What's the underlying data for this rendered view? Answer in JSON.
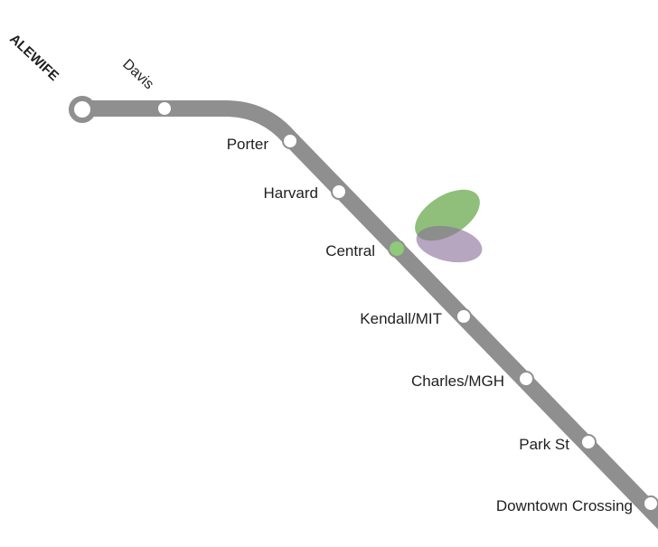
{
  "map": {
    "terminus_label": "ALEWIFE",
    "stations": [
      {
        "name": "Davis",
        "highlighted": false
      },
      {
        "name": "Porter",
        "highlighted": false
      },
      {
        "name": "Harvard",
        "highlighted": false
      },
      {
        "name": "Central",
        "highlighted": true
      },
      {
        "name": "Kendall/MIT",
        "highlighted": false
      },
      {
        "name": "Charles/MGH",
        "highlighted": false
      },
      {
        "name": "Park St",
        "highlighted": false
      },
      {
        "name": "Downtown Crossing",
        "highlighted": false
      }
    ],
    "colors": {
      "line": "#8f8f8f",
      "station_fill": "#ffffff",
      "highlight_station": "#8fc97a",
      "label": "#1f1f1f",
      "overlay_green": "#6aaa4e",
      "overlay_purple": "#8a6f98"
    }
  }
}
